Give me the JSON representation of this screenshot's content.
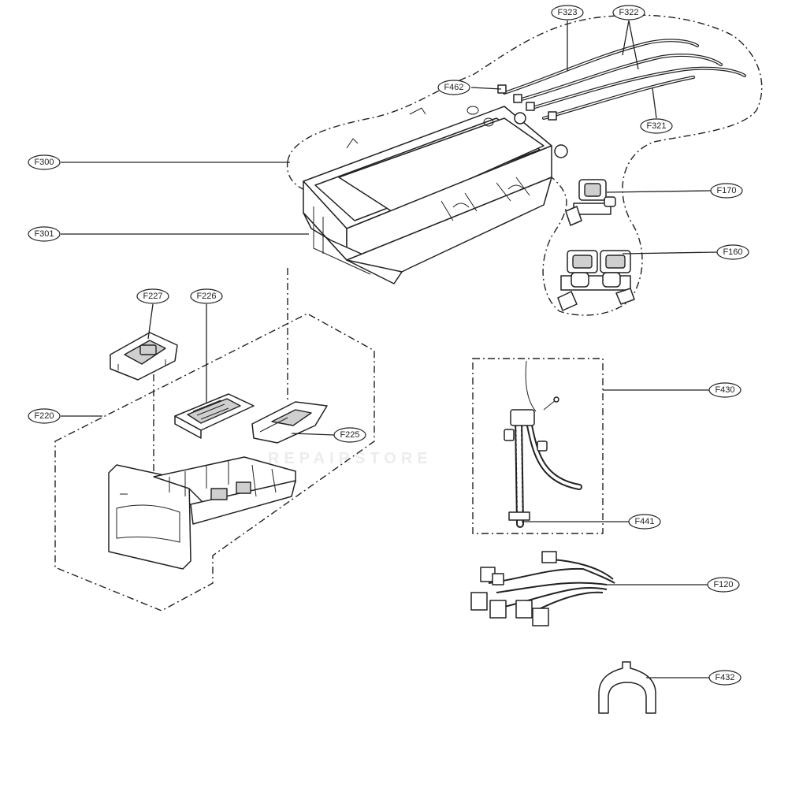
{
  "diagram": {
    "watermark": "REPAIRSTORE",
    "labels": {
      "F323": "F323",
      "F322": "F322",
      "F462": "F462",
      "F321": "F321",
      "F300": "F300",
      "F170": "F170",
      "F301": "F301",
      "F160": "F160",
      "F227": "F227",
      "F226": "F226",
      "F220": "F220",
      "F225": "F225",
      "F430": "F430",
      "F441": "F441",
      "F120": "F120",
      "F432": "F432"
    }
  }
}
